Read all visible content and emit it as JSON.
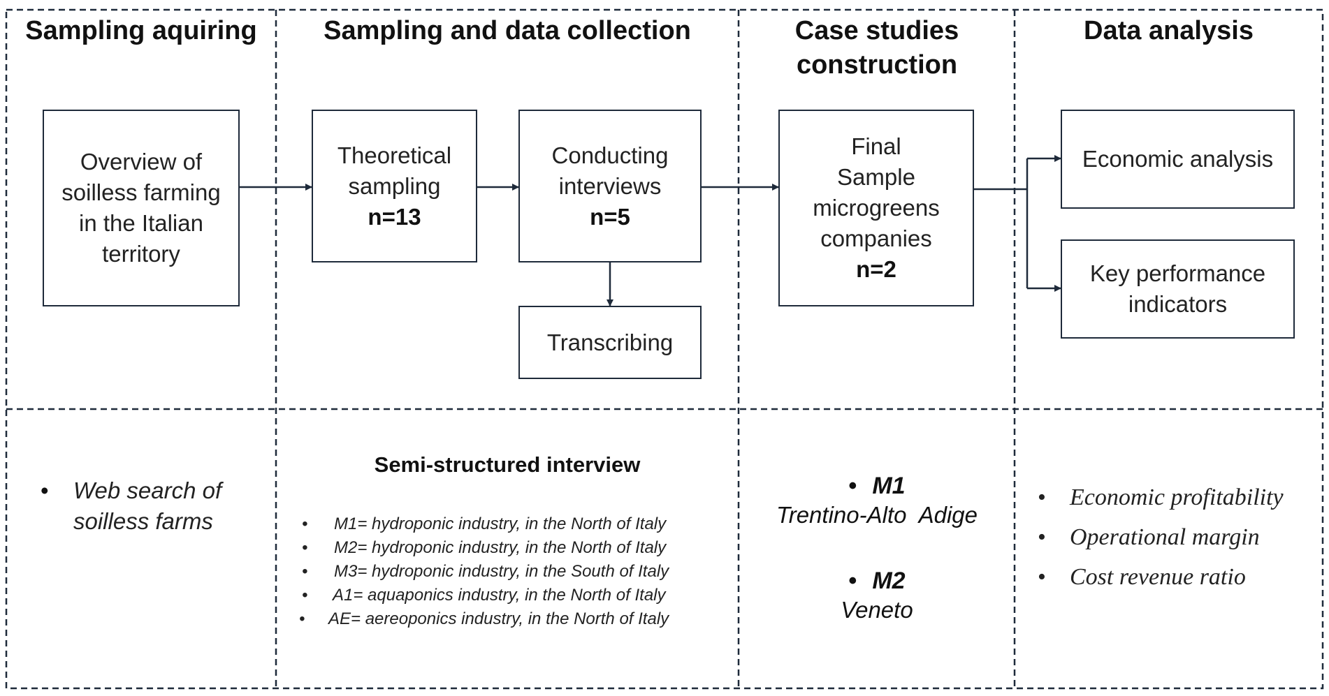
{
  "headings": {
    "col1": "Sampling aquiring",
    "col2": "Sampling and data collection",
    "col3": "Case studies construction",
    "col4": "Data analysis"
  },
  "boxes": {
    "overview": {
      "text": "Overview of\nsoilless farming\nin the Italian\nterritory"
    },
    "theoretical": {
      "text": "Theoretical\nsampling",
      "n": "n=13"
    },
    "conducting": {
      "text": "Conducting\ninterviews",
      "n": "n=5"
    },
    "transcribing": {
      "text": "Transcribing"
    },
    "final": {
      "text": "Final\nSample\nmicrogreens\ncompanies",
      "n": "n=2"
    },
    "economic": {
      "text": "Economic analysis"
    },
    "kpi": {
      "text": "Key performance\nindicators"
    }
  },
  "bottom": {
    "col1": {
      "items": [
        "Web search of\nsoilless farms"
      ]
    },
    "col2": {
      "title": "Semi-structured interview",
      "items": [
        "M1= hydroponic industry, in the North of Italy",
        "M2= hydroponic industry, in the North of Italy",
        "M3= hydroponic industry, in the South of Italy",
        "A1= aquaponics industry, in the North of Italy",
        "AE= aereoponics industry, in the North of Italy"
      ]
    },
    "col3": {
      "items": [
        {
          "code": "M1",
          "region": "Trentino-Alto  Adige"
        },
        {
          "code": "M2",
          "region": "Veneto"
        }
      ]
    },
    "col4": {
      "items": [
        "Economic profitability",
        "Operational margin",
        "Cost revenue ratio"
      ]
    }
  },
  "colors": {
    "line": "#1e2a3a",
    "text": "#111111",
    "background": "#ffffff"
  }
}
